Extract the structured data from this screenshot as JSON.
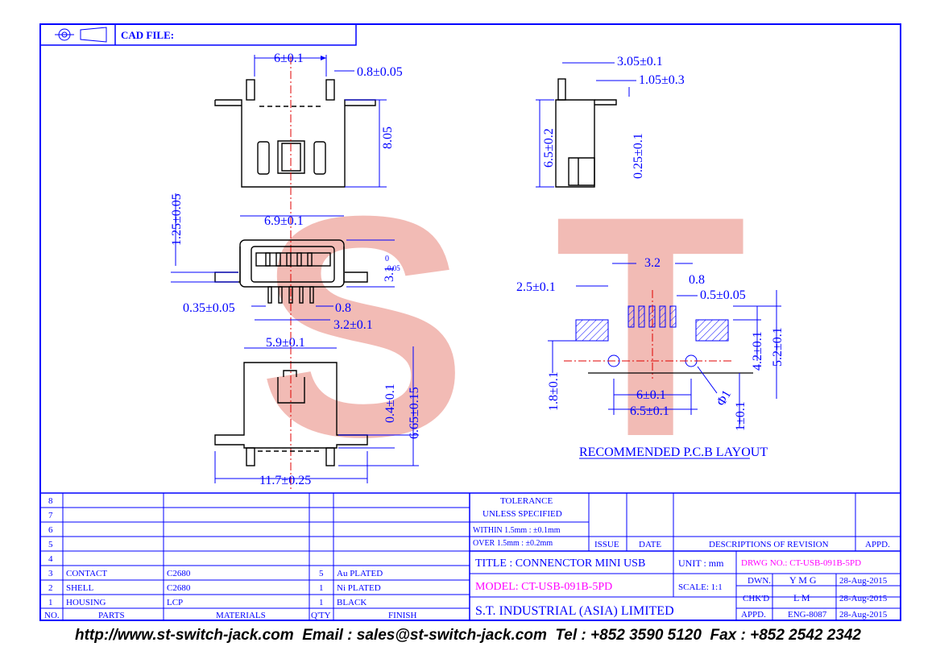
{
  "header": {
    "cad_label": "CAD FILE:"
  },
  "watermark": {
    "text": "S T"
  },
  "dimensions": {
    "top_width": "6±0.1",
    "pin_width": "0.8±0.05",
    "top_height": "8.05",
    "front_width": "6.9±0.1",
    "side_height": "1.25±0.05",
    "front_height": "3.1",
    "front_height_tol_top": "0",
    "front_height_tol_bot": "-0.05",
    "pin_w": "0.35±0.05",
    "pitch": "0.8",
    "pin_span": "3.2±0.1",
    "bottom_inner": "5.9±0.1",
    "bottom_total": "11.7±0.25",
    "bottom_h1": "0.4±0.1",
    "bottom_h2": "6.65±0.15",
    "side_depth": "3.05±0.1",
    "side_d2": "1.05±0.3",
    "side_h": "6.5±0.2",
    "side_h2": "0.25±0.1",
    "pcb_span": "3.2",
    "pcb_pitch": "0.8",
    "pcb_pad_w": "0.5±0.05",
    "pcb_pad_left": "2.5±0.1",
    "pcb_h1": "4.2±0.1",
    "pcb_h2": "5.2±0.1",
    "pcb_h3": "1.8±0.1",
    "pcb_hole_span": "6±0.1",
    "pcb_total": "6.5±0.1",
    "pcb_hole_dia": "Φ1",
    "pcb_h4": "1±0.1"
  },
  "pcb_title": "RECOMMENDED P.C.B LAYOUT",
  "bom": {
    "row_numbers": [
      "8",
      "7",
      "6",
      "5",
      "4"
    ],
    "rows": [
      {
        "no": "3",
        "part": "CONTACT",
        "material": "C2680",
        "qty": "5",
        "finish": "Au PLATED"
      },
      {
        "no": "2",
        "part": "SHELL",
        "material": "C2680",
        "qty": "1",
        "finish": "Ni PLATED"
      },
      {
        "no": "1",
        "part": "HOUSING",
        "material": "LCP",
        "qty": "1",
        "finish": "BLACK"
      }
    ],
    "headers": {
      "no": "NO.",
      "part": "PARTS",
      "material": "MATERIALS",
      "qty": "Q'TY",
      "finish": "FINISH"
    }
  },
  "title_block": {
    "tolerance_title": "TOLERANCE",
    "tolerance_sub": "UNLESS   SPECIFIED",
    "tol_within": "WITHIN  1.5mm : ±0.1mm",
    "tol_over": "OVER    1.5mm : ±0.2mm",
    "issue": "ISSUE",
    "date": "DATE",
    "rev_desc": "DESCRIPTIONS OF REVISION",
    "appd": "APPD.",
    "title": "TITLE : CONNENCTOR MINI USB",
    "unit_label": "UNIT :   mm",
    "drwg_no": "DRWG NO.: CT-USB-091B-5PD",
    "model": "MODEL: CT-USB-091B-5PD",
    "scale": "SCALE:   1:1",
    "dwn_label": "DWN.",
    "dwn_name": "Y M G",
    "dwn_date": "28-Aug-2015",
    "chkd_label": "CHK'D",
    "chkd_name": "L M",
    "chkd_date": "28-Aug-2015",
    "appd_label": "APPD.",
    "appd_name": "ENG-8087",
    "appd_date": "28-Aug-2015",
    "company": "S.T.  INDUSTRIAL  (ASIA)  LIMITED"
  },
  "footer": "http://www.st-switch-jack.com  Email : sales@st-switch-jack.com  Tel : +852 3590 5120  Fax : +852 2542 2342",
  "colors": {
    "line": "#0000ff",
    "center": "#e00000",
    "watermark": "#e8847a",
    "magenta": "#ff00ff"
  }
}
